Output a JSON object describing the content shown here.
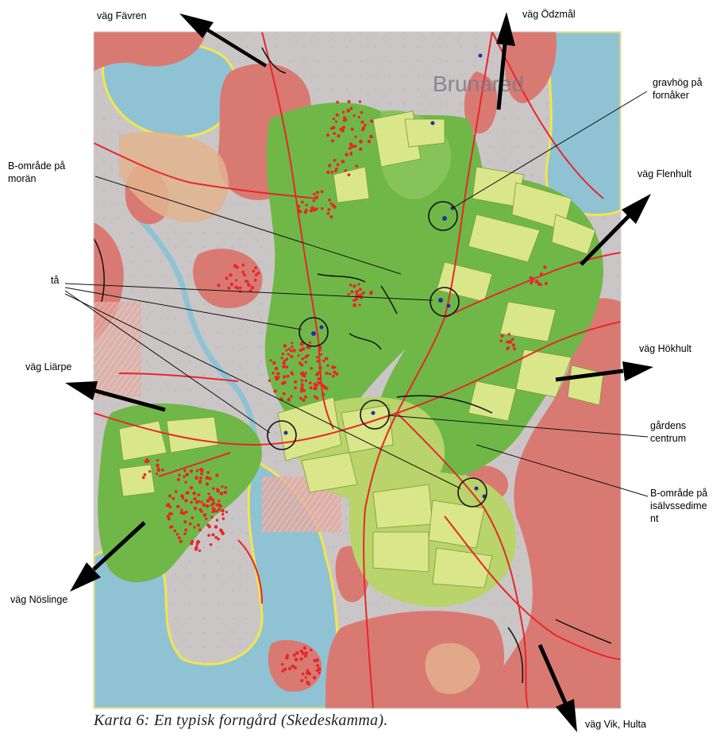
{
  "map": {
    "caption": "Karta 6: En typisk forngård (Skedeskamma).",
    "place_name": "Brunared",
    "directions": {
      "favren": "väg Fävren",
      "odzmal": "väg Ödzmål",
      "flenhult": "väg Flenhult",
      "hokhult": "väg Hökhult",
      "liarpe": "väg Liärpe",
      "noslinge": "väg Nöslinge",
      "vik_hulta": "väg Vik, Hulta"
    },
    "annotations": {
      "gravhog_line1": "gravhög på",
      "gravhog_line2": "fornåker",
      "b_moran_line1": "B-område på",
      "b_moran_line2": "morän",
      "ta": "tå",
      "gardens_line1": "gårdens",
      "gardens_line2": "centrum",
      "b_isalv_line1": "B-område på",
      "b_isalv_line2": "isälvssedime",
      "b_isalv_line3": "nt"
    },
    "colors": {
      "water": "#8fc3d4",
      "terrain": "#c9c4c4",
      "farmland_green": "#6fb848",
      "field_yellow": "#d9e68a",
      "hill_red": "#d97a72",
      "road": "#e8262a",
      "shore": "#f2e64a"
    }
  }
}
